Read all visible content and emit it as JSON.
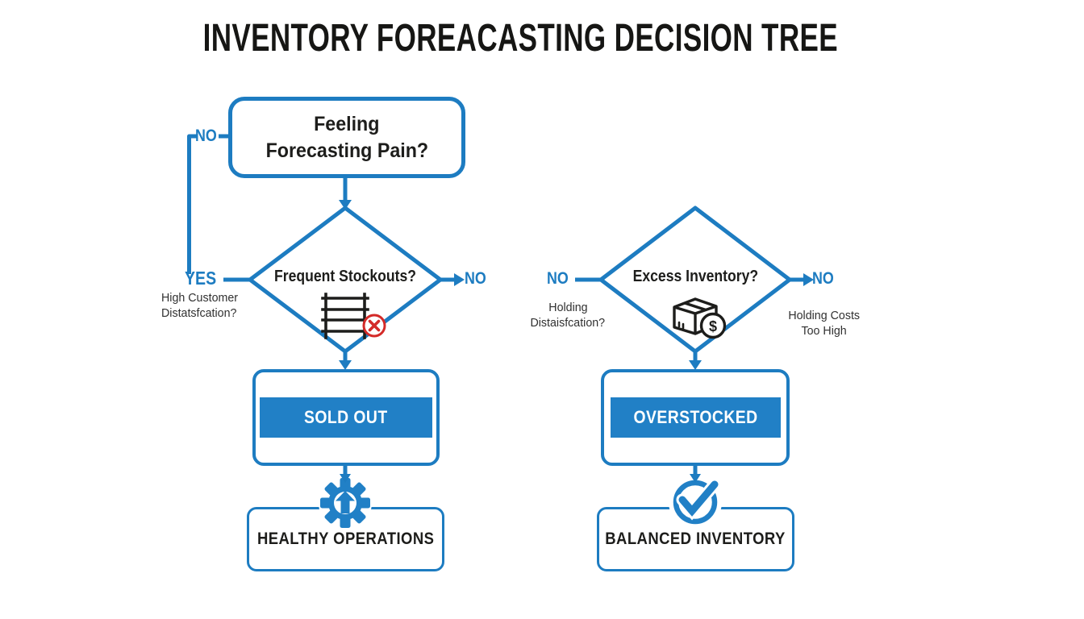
{
  "title": "INVENTORY FOREACASTING DECISION TREE",
  "colors": {
    "accent_blue": "#1d7cc1",
    "banner_blue": "#2180c6",
    "text_dark": "#1d1d1b",
    "error_red": "#d42a28"
  },
  "root": {
    "question_line1": "Feeling",
    "question_line2": "Forecasting Pain?",
    "no_label": "NO"
  },
  "stockouts": {
    "question": "Frequent Stockouts?",
    "yes_label": "YES",
    "yes_note_line1": "High Customer",
    "yes_note_line2": "Distatsfcation?",
    "no_label": "NO",
    "icon": "empty-shelf-x-icon",
    "banner": "SOLD OUT",
    "outcome": "HEALTHY OPERATIONS",
    "outcome_icon": "gear-up-arrow-icon"
  },
  "excess": {
    "question": "Excess Inventory?",
    "no_left_label": "NO",
    "no_left_note_line1": "Holding",
    "no_left_note_line2": "Distaisfcation?",
    "no_right_label": "NO",
    "no_right_note_line1": "Holding Costs",
    "no_right_note_line2": "Too High",
    "icon": "package-dollar-icon",
    "dollar_sign": "$",
    "banner": "OVERSTOCKED",
    "outcome": "BALANCED INVENTORY",
    "outcome_icon": "check-circle-icon"
  }
}
